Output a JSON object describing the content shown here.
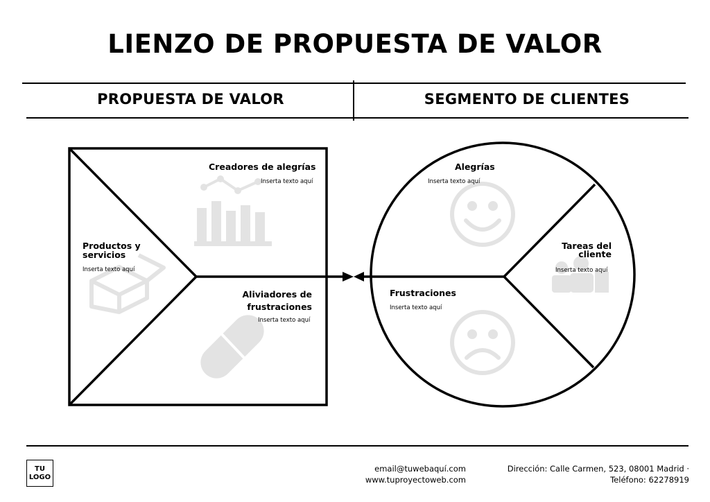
{
  "title": "LIENZO DE PROPUESTA DE VALOR",
  "sections": {
    "left": "PROPUESTA DE VALOR",
    "right": "SEGMENTO DE CLIENTES"
  },
  "proposal": {
    "gain_creators": {
      "label": "Creadores de alegrías",
      "hint": "Inserta texto aquí",
      "icon": "bar-chart-icon"
    },
    "products": {
      "label_line1": "Productos y",
      "label_line2": "servicios",
      "hint": "Inserta texto aquí",
      "icon": "box-icon"
    },
    "pain_relievers": {
      "label_line1": "Aliviadores de",
      "label_line2": "frustraciones",
      "hint": "Inserta texto aquí",
      "icon": "pill-icon"
    }
  },
  "customer": {
    "gains": {
      "label": "Alegrías",
      "hint": "Inserta texto aquí",
      "icon": "smiley-icon"
    },
    "jobs": {
      "label_line1": "Tareas del",
      "label_line2": "cliente",
      "hint": "Inserta texto aquí",
      "icon": "people-icon"
    },
    "pains": {
      "label": "Frustraciones",
      "hint": "Inserta texto aquí",
      "icon": "sad-face-icon"
    }
  },
  "footer": {
    "logo_line1": "TU",
    "logo_line2": "LOGO",
    "email": "email@tuwebaquí.com",
    "web": "www.tuproyectoweb.com",
    "address": "Dirección: Calle Carmen, 523, 08001 Madrid ·",
    "phone": "Teléfono: 62278919"
  },
  "colors": {
    "ink": "#000000",
    "icon_gray": "#e3e3e3",
    "background": "#ffffff"
  }
}
